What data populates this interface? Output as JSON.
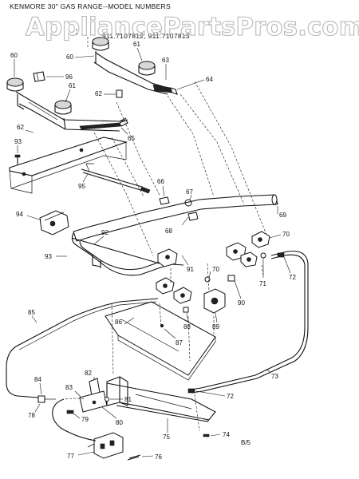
{
  "header": {
    "line1": "KENMORE 30\" GAS RANGE--MODEL NUMBERS",
    "line2": "911.7107812, 911.7107813"
  },
  "watermark": "AppliancePartsPros.com",
  "page_ref": "B/5",
  "callouts": [
    {
      "id": "c60a",
      "text": "60"
    },
    {
      "id": "c60b",
      "text": "60"
    },
    {
      "id": "c61a",
      "text": "61"
    },
    {
      "id": "c61b",
      "text": "61"
    },
    {
      "id": "c62a",
      "text": "62"
    },
    {
      "id": "c62b",
      "text": "62"
    },
    {
      "id": "c63",
      "text": "63"
    },
    {
      "id": "c64",
      "text": "64"
    },
    {
      "id": "c65",
      "text": "65"
    },
    {
      "id": "c66",
      "text": "66"
    },
    {
      "id": "c67",
      "text": "67"
    },
    {
      "id": "c68",
      "text": "68"
    },
    {
      "id": "c69",
      "text": "69"
    },
    {
      "id": "c70a",
      "text": "70"
    },
    {
      "id": "c70b",
      "text": "70"
    },
    {
      "id": "c71",
      "text": "71"
    },
    {
      "id": "c72a",
      "text": "72"
    },
    {
      "id": "c72b",
      "text": "72"
    },
    {
      "id": "c73",
      "text": "73"
    },
    {
      "id": "c74",
      "text": "74"
    },
    {
      "id": "c75",
      "text": "75"
    },
    {
      "id": "c76",
      "text": "76"
    },
    {
      "id": "c77",
      "text": "77"
    },
    {
      "id": "c78",
      "text": "78"
    },
    {
      "id": "c79",
      "text": "79"
    },
    {
      "id": "c80",
      "text": "80"
    },
    {
      "id": "c81",
      "text": "81"
    },
    {
      "id": "c82",
      "text": "82"
    },
    {
      "id": "c83",
      "text": "83"
    },
    {
      "id": "c84",
      "text": "84"
    },
    {
      "id": "c85",
      "text": "85"
    },
    {
      "id": "c86",
      "text": "86"
    },
    {
      "id": "c87",
      "text": "87"
    },
    {
      "id": "c88",
      "text": "88"
    },
    {
      "id": "c89",
      "text": "89"
    },
    {
      "id": "c90",
      "text": "90"
    },
    {
      "id": "c91",
      "text": "91"
    },
    {
      "id": "c92",
      "text": "92"
    },
    {
      "id": "c93a",
      "text": "93"
    },
    {
      "id": "c93b",
      "text": "93"
    },
    {
      "id": "c94",
      "text": "94"
    },
    {
      "id": "c95",
      "text": "95"
    },
    {
      "id": "c96",
      "text": "96"
    }
  ]
}
